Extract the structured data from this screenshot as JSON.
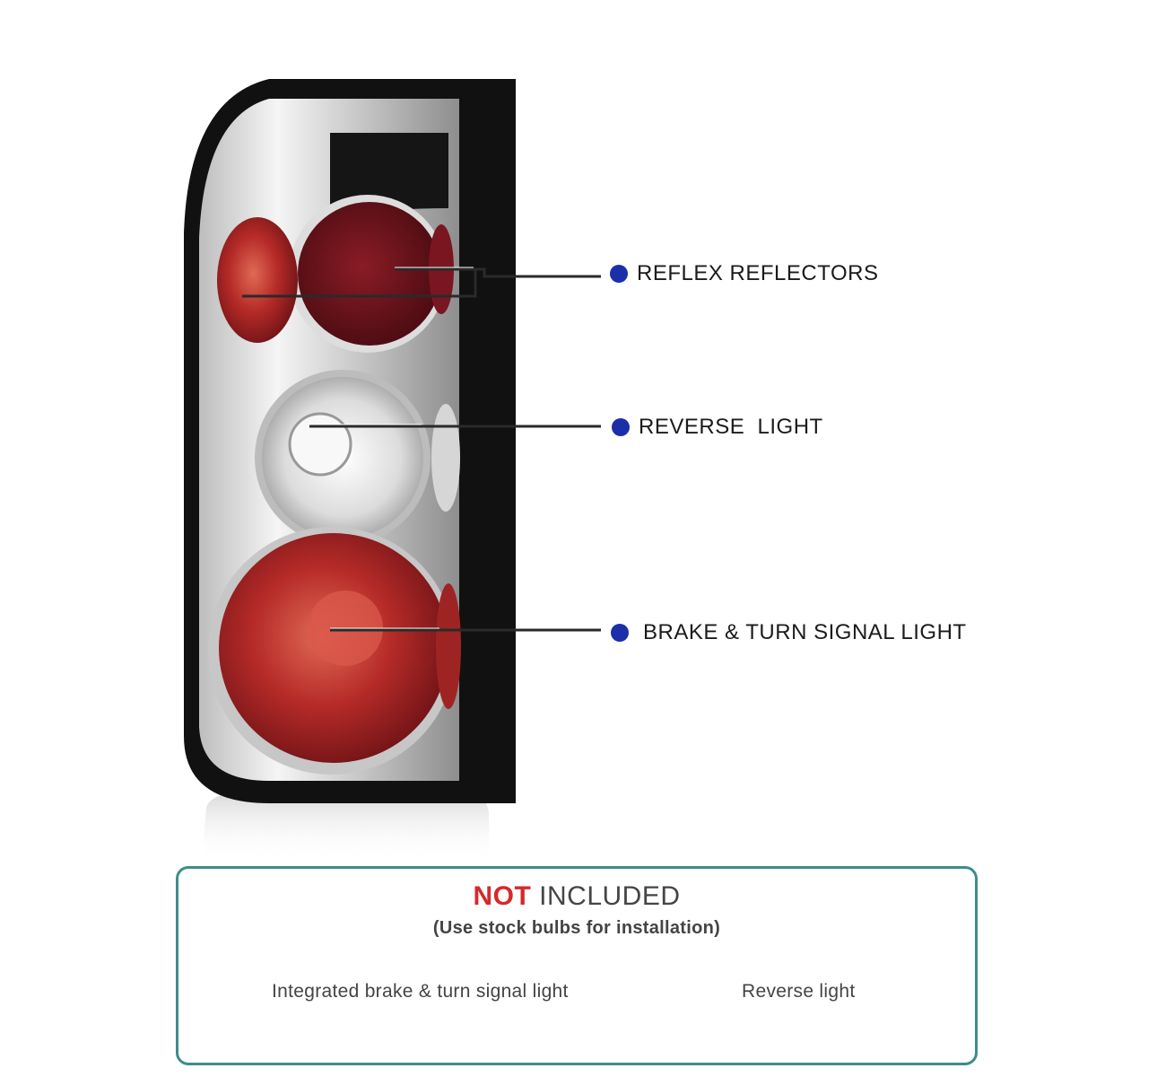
{
  "callouts": {
    "reflex": "REFLEX REFLECTORS",
    "reverse": "REVERSE  LIGHT",
    "brake": "BRAKE & TURN SIGNAL LIGHT"
  },
  "colors": {
    "dot": "#1a2fa8",
    "box_border": "#3f8c8c",
    "not_red": "#d42a2a"
  },
  "info_box": {
    "title_highlight": "NOT",
    "title_rest": "INCLUDED",
    "subtitle": "(Use stock bulbs for installation)",
    "bulbs": [
      "Integrated brake & turn signal light",
      "Reverse light"
    ]
  }
}
